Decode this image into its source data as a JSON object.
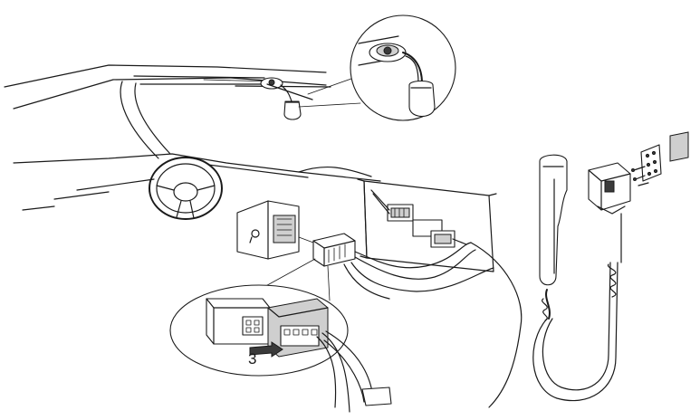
{
  "diagram": {
    "colors": {
      "line": "#1a1a1a",
      "fill": "#ffffff",
      "shade": "#cfcfcf"
    },
    "callouts": [
      {
        "id": "microphone-detail",
        "icon": "microphone-icon"
      },
      {
        "id": "connector-detail",
        "icon": "connector-icon"
      }
    ],
    "step_label": "3"
  }
}
